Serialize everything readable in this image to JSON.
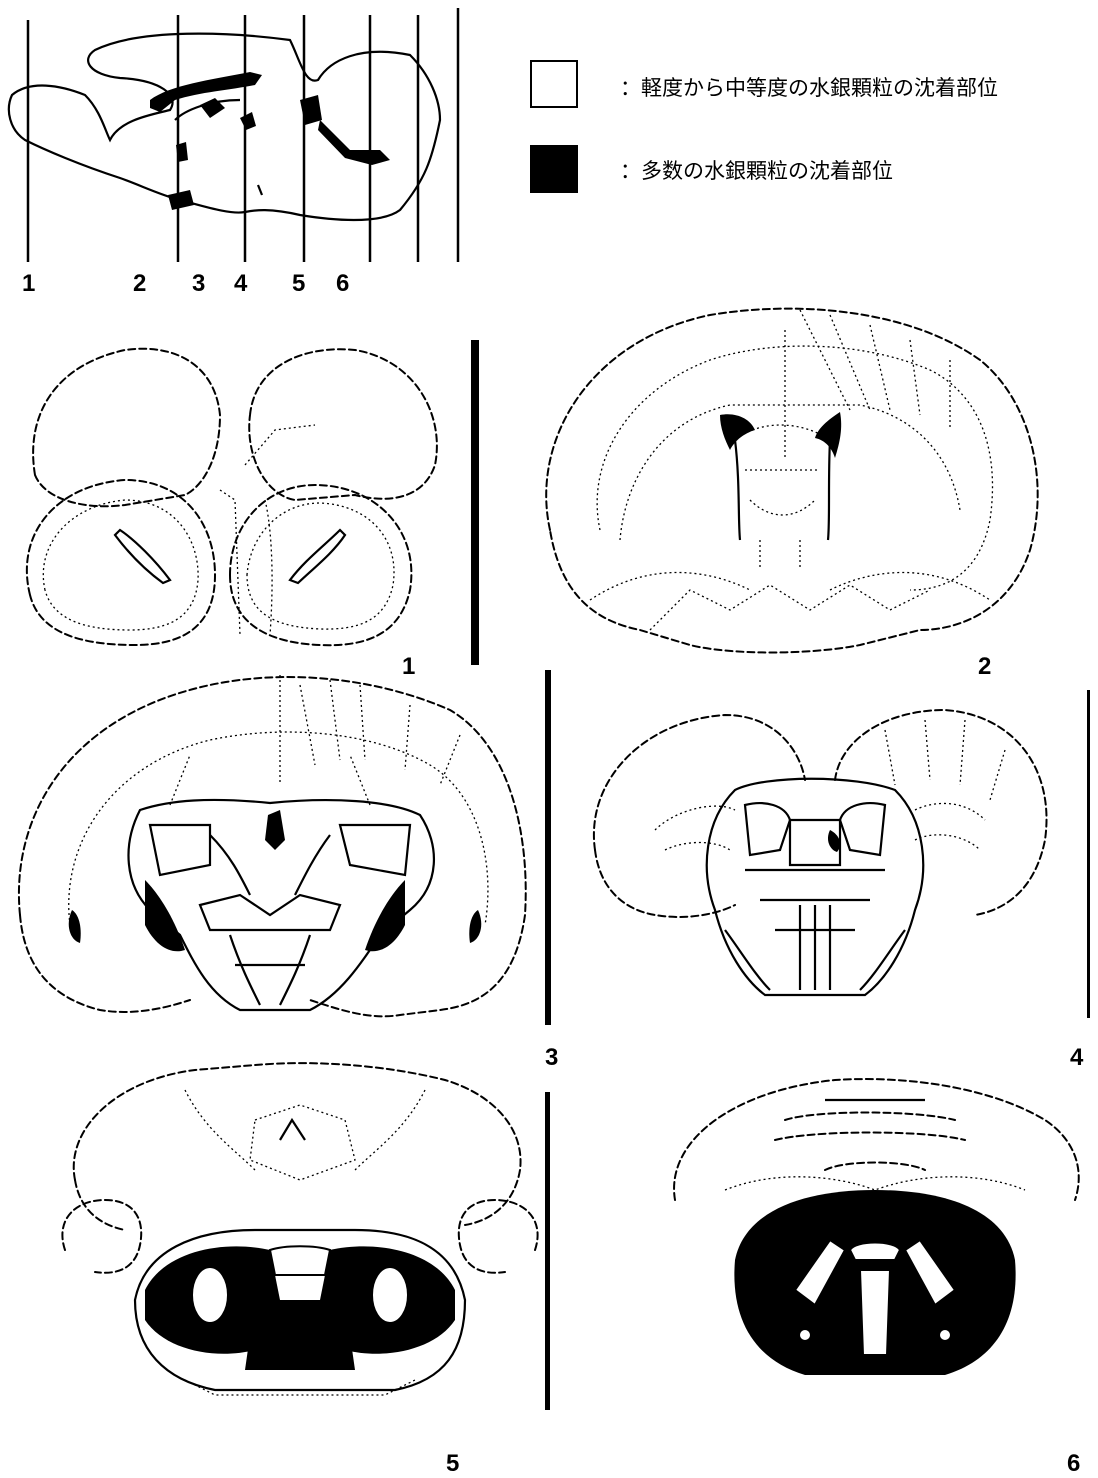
{
  "sagittal_section_labels": [
    "1",
    "2",
    "3",
    "4",
    "5",
    "6"
  ],
  "legend": {
    "light_label": "：軽度から中等度の水銀顆粒の沈着部位",
    "dark_label": "：多数の水銀顆粒の沈着部位",
    "light_color": "#ffffff",
    "dark_color": "#000000"
  },
  "sections": [
    {
      "label": "1"
    },
    {
      "label": "2"
    },
    {
      "label": "3"
    },
    {
      "label": "4"
    },
    {
      "label": "5"
    },
    {
      "label": "6"
    }
  ]
}
